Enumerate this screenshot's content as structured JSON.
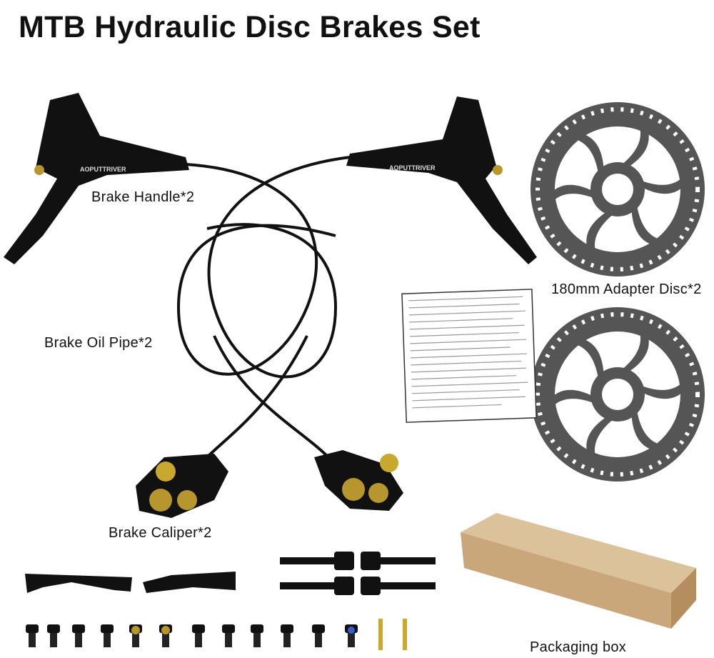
{
  "title": "MTB Hydraulic Disc Brakes Set",
  "labels": {
    "brake_handle": "Brake Handle*2",
    "adapter_disc": "180mm Adapter Disc*2",
    "oil_pipe": "Brake Oil Pipe*2",
    "caliper": "Brake Caliper*2",
    "packaging": "Packaging box"
  },
  "brand_mark": "AOPUTTRIVER",
  "colors": {
    "metal": "#111111",
    "gold": "#b8962e",
    "disc": "#4a4a4a",
    "box": "#c9a77a"
  }
}
